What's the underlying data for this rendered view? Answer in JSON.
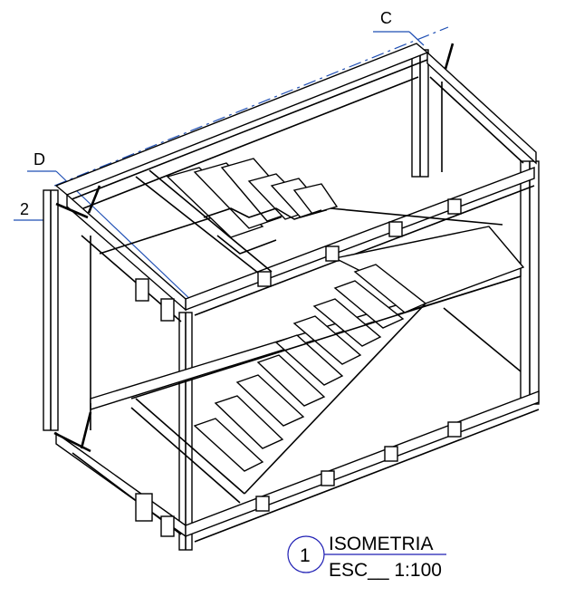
{
  "labels": {
    "grid_c": "C",
    "grid_d": "D",
    "level_2": "2"
  },
  "title_block": {
    "number": "1",
    "title": "ISOMETRIA",
    "scale": "ESC__ 1:100"
  },
  "colors": {
    "annotation": "#1f4fb4",
    "lines": "#000000"
  }
}
